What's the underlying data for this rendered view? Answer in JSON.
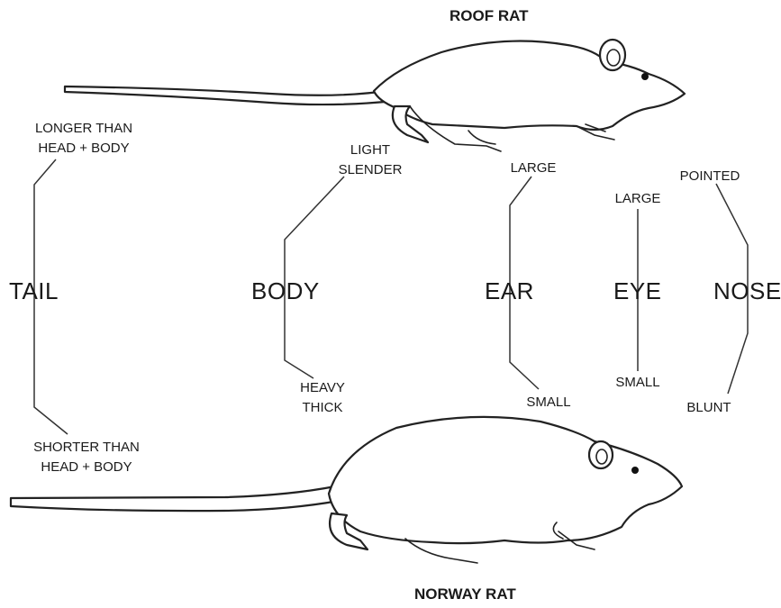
{
  "titles": {
    "top": "ROOF RAT",
    "bottom": "NORWAY RAT"
  },
  "features": {
    "tail": {
      "name": "TAIL",
      "top": [
        "LONGER THAN",
        "HEAD + BODY"
      ],
      "bottom": [
        "SHORTER THAN",
        "HEAD + BODY"
      ]
    },
    "body": {
      "name": "BODY",
      "top": [
        "LIGHT",
        "SLENDER"
      ],
      "bottom": [
        "HEAVY",
        "THICK"
      ]
    },
    "ear": {
      "name": "EAR",
      "top": [
        "LARGE"
      ],
      "bottom": [
        "SMALL"
      ]
    },
    "eye": {
      "name": "EYE",
      "top": [
        "LARGE"
      ],
      "bottom": [
        "SMALL"
      ]
    },
    "nose": {
      "name": "NOSE",
      "top": [
        "POINTED"
      ],
      "bottom": [
        "BLUNT"
      ]
    }
  }
}
